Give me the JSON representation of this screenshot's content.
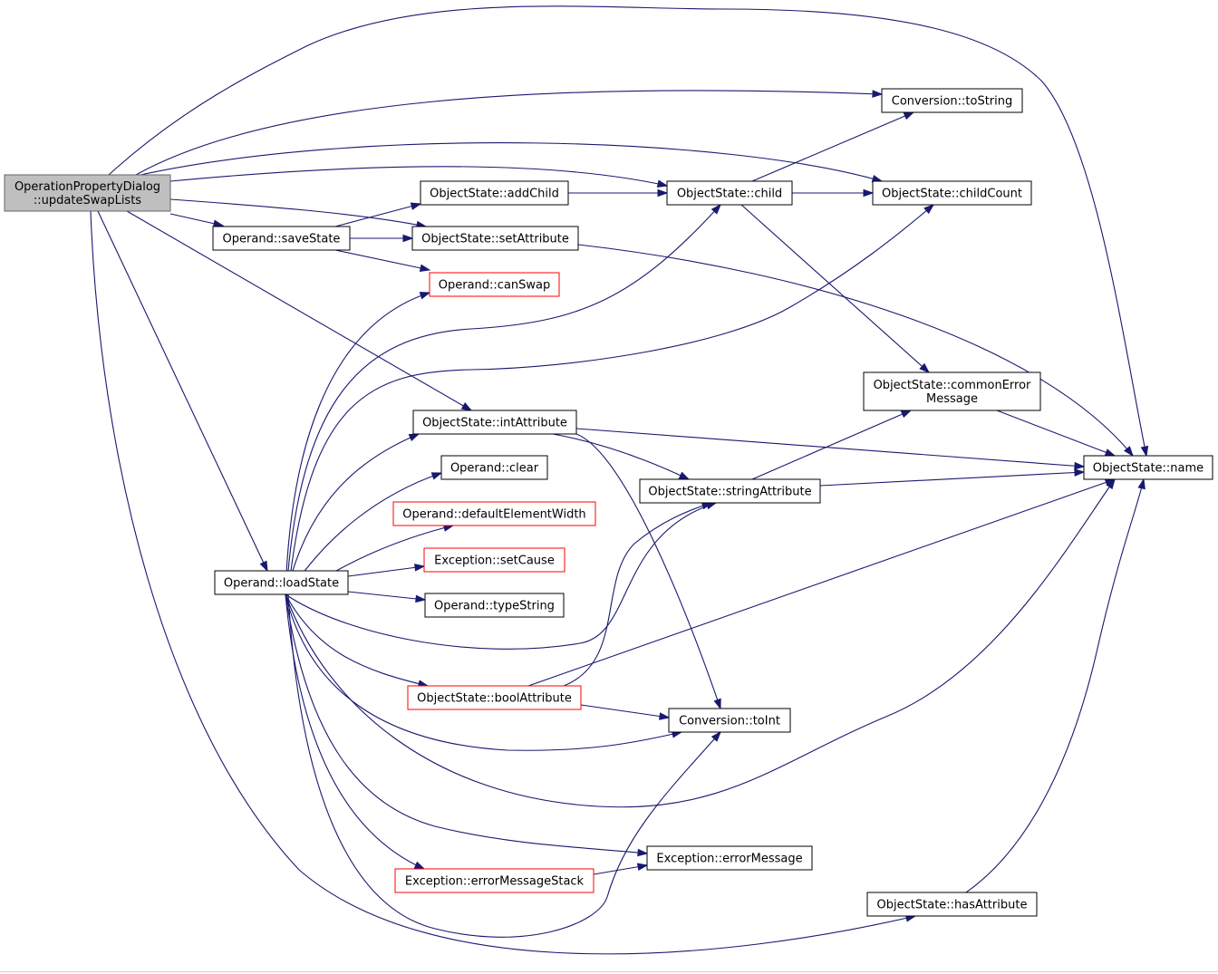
{
  "graph": {
    "edge_color": "#191970",
    "root_fill": "#bfbfbf",
    "node_border": "#000000",
    "truncated_border": "#ff0000",
    "nodes": [
      {
        "id": "root",
        "lines": [
          "OperationPropertyDialog",
          "::updateSwapLists"
        ],
        "style": "root"
      },
      {
        "id": "toString",
        "lines": [
          "Conversion::toString"
        ],
        "style": "normal"
      },
      {
        "id": "addChild",
        "lines": [
          "ObjectState::addChild"
        ],
        "style": "normal"
      },
      {
        "id": "child",
        "lines": [
          "ObjectState::child"
        ],
        "style": "normal"
      },
      {
        "id": "childCount",
        "lines": [
          "ObjectState::childCount"
        ],
        "style": "normal"
      },
      {
        "id": "saveState",
        "lines": [
          "Operand::saveState"
        ],
        "style": "normal"
      },
      {
        "id": "setAttribute",
        "lines": [
          "ObjectState::setAttribute"
        ],
        "style": "normal"
      },
      {
        "id": "canSwap",
        "lines": [
          "Operand::canSwap"
        ],
        "style": "truncated"
      },
      {
        "id": "commonErr",
        "lines": [
          "ObjectState::commonError",
          "Message"
        ],
        "style": "normal"
      },
      {
        "id": "intAttribute",
        "lines": [
          "ObjectState::intAttribute"
        ],
        "style": "normal"
      },
      {
        "id": "name",
        "lines": [
          "ObjectState::name"
        ],
        "style": "normal"
      },
      {
        "id": "clear",
        "lines": [
          "Operand::clear"
        ],
        "style": "normal"
      },
      {
        "id": "stringAttribute",
        "lines": [
          "ObjectState::stringAttribute"
        ],
        "style": "normal"
      },
      {
        "id": "defaultElementWidth",
        "lines": [
          "Operand::defaultElementWidth"
        ],
        "style": "truncated"
      },
      {
        "id": "setCause",
        "lines": [
          "Exception::setCause"
        ],
        "style": "truncated"
      },
      {
        "id": "loadState",
        "lines": [
          "Operand::loadState"
        ],
        "style": "normal"
      },
      {
        "id": "typeString",
        "lines": [
          "Operand::typeString"
        ],
        "style": "normal"
      },
      {
        "id": "boolAttribute",
        "lines": [
          "ObjectState::boolAttribute"
        ],
        "style": "truncated"
      },
      {
        "id": "toInt",
        "lines": [
          "Conversion::toInt"
        ],
        "style": "normal"
      },
      {
        "id": "errorMessage",
        "lines": [
          "Exception::errorMessage"
        ],
        "style": "normal"
      },
      {
        "id": "errorMessageStack",
        "lines": [
          "Exception::errorMessageStack"
        ],
        "style": "truncated"
      },
      {
        "id": "hasAttribute",
        "lines": [
          "ObjectState::hasAttribute"
        ],
        "style": "normal"
      }
    ],
    "edges": [
      [
        "root",
        "name"
      ],
      [
        "root",
        "toString"
      ],
      [
        "root",
        "childCount"
      ],
      [
        "root",
        "child"
      ],
      [
        "root",
        "saveState"
      ],
      [
        "root",
        "setAttribute"
      ],
      [
        "root",
        "intAttribute"
      ],
      [
        "root",
        "loadState"
      ],
      [
        "root",
        "hasAttribute"
      ],
      [
        "saveState",
        "addChild"
      ],
      [
        "saveState",
        "setAttribute"
      ],
      [
        "saveState",
        "canSwap"
      ],
      [
        "addChild",
        "child"
      ],
      [
        "child",
        "childCount"
      ],
      [
        "child",
        "toString"
      ],
      [
        "child",
        "commonErr"
      ],
      [
        "setAttribute",
        "name"
      ],
      [
        "commonErr",
        "name"
      ],
      [
        "intAttribute",
        "name"
      ],
      [
        "intAttribute",
        "stringAttribute"
      ],
      [
        "intAttribute",
        "toInt"
      ],
      [
        "stringAttribute",
        "commonErr"
      ],
      [
        "stringAttribute",
        "name"
      ],
      [
        "loadState",
        "canSwap"
      ],
      [
        "loadState",
        "child"
      ],
      [
        "loadState",
        "childCount"
      ],
      [
        "loadState",
        "intAttribute"
      ],
      [
        "loadState",
        "clear"
      ],
      [
        "loadState",
        "defaultElementWidth"
      ],
      [
        "loadState",
        "setCause"
      ],
      [
        "loadState",
        "typeString"
      ],
      [
        "loadState",
        "stringAttribute"
      ],
      [
        "loadState",
        "boolAttribute"
      ],
      [
        "loadState",
        "toInt"
      ],
      [
        "loadState",
        "name"
      ],
      [
        "loadState",
        "errorMessage"
      ],
      [
        "loadState",
        "errorMessageStack"
      ],
      [
        "boolAttribute",
        "name"
      ],
      [
        "boolAttribute",
        "stringAttribute"
      ],
      [
        "boolAttribute",
        "toInt"
      ],
      [
        "errorMessageStack",
        "errorMessage"
      ],
      [
        "errorMessageStack",
        "toInt"
      ],
      [
        "hasAttribute",
        "name"
      ]
    ]
  }
}
